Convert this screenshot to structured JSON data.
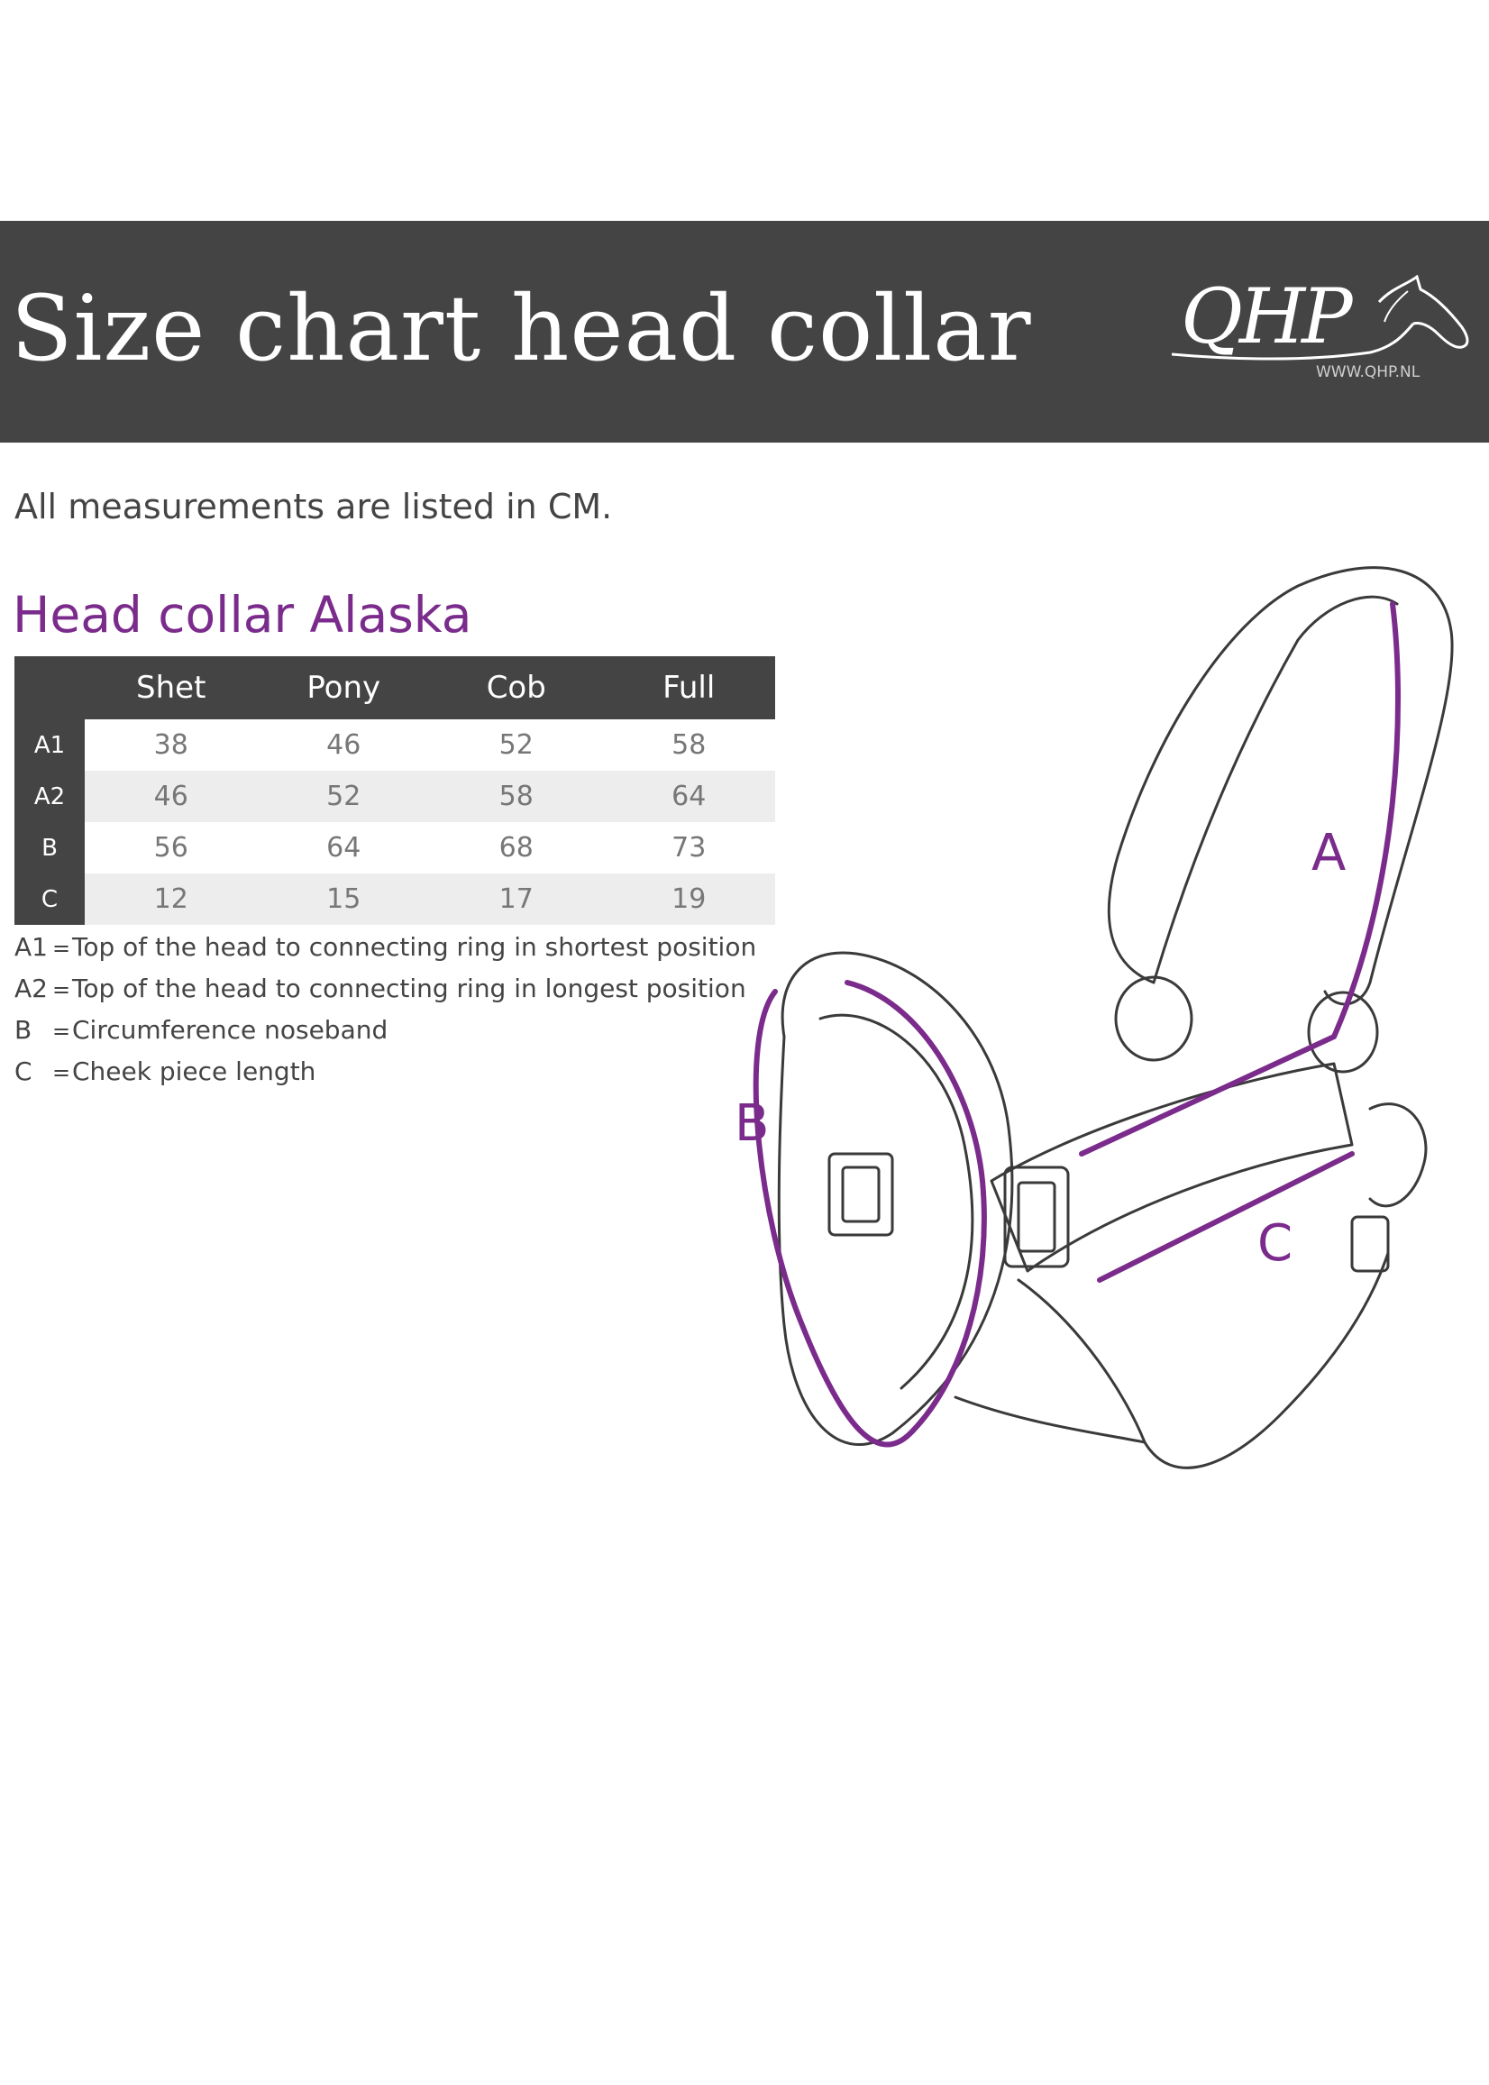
{
  "header": {
    "title": "Size chart head collar",
    "logo_text": "QHP",
    "logo_url": "WWW.QHP.NL"
  },
  "intro": "All measurements are listed in CM.",
  "product": {
    "title": "Head collar Alaska",
    "columns": [
      "Shet",
      "Pony",
      "Cob",
      "Full"
    ],
    "rows": [
      {
        "code": "A1",
        "values": [
          "38",
          "46",
          "52",
          "58"
        ]
      },
      {
        "code": "A2",
        "values": [
          "46",
          "52",
          "58",
          "64"
        ]
      },
      {
        "code": "B",
        "values": [
          "56",
          "64",
          "68",
          "73"
        ]
      },
      {
        "code": "C",
        "values": [
          "12",
          "15",
          "17",
          "19"
        ]
      }
    ]
  },
  "legend": [
    {
      "code": "A1",
      "text": "Top of the head to connecting ring in shortest position"
    },
    {
      "code": "A2",
      "text": "Top of the head to connecting ring in longest position"
    },
    {
      "code": "B",
      "text": "Circumference noseband"
    },
    {
      "code": "C",
      "text": "Cheek piece length"
    }
  ],
  "diagram": {
    "labels": {
      "a": "A",
      "b": "B",
      "c": "C"
    },
    "accent_color": "#7a2b8b",
    "outline_color": "#3a3a3a",
    "banner_color": "#454445"
  }
}
